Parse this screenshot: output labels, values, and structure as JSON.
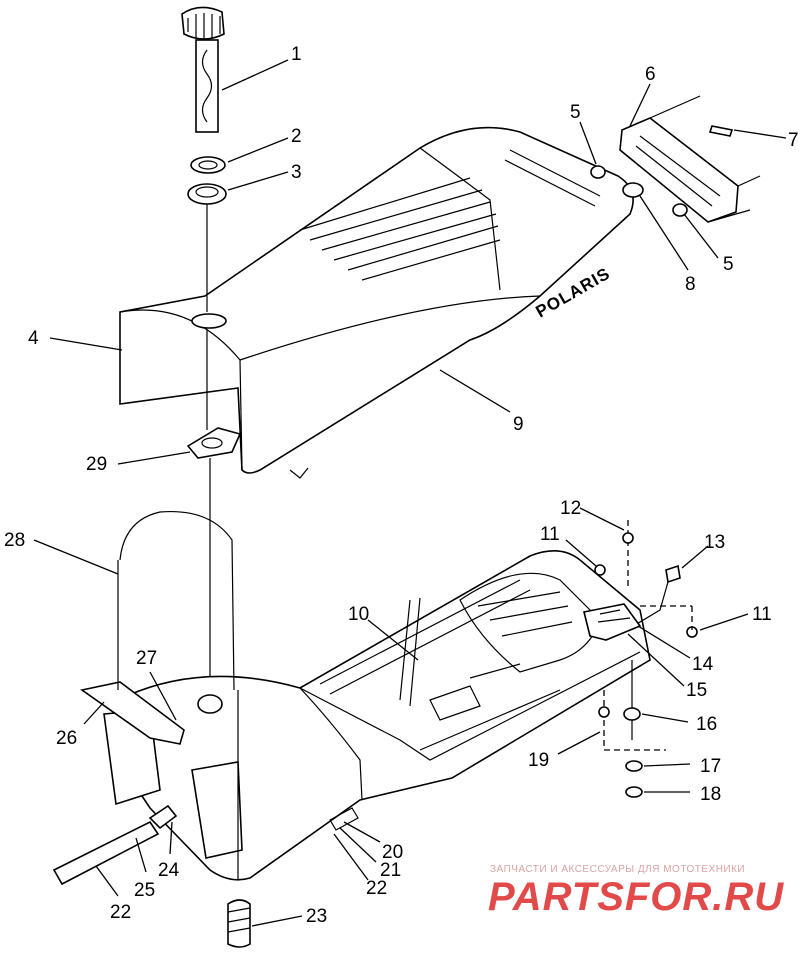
{
  "diagram": {
    "brand_logo": "POLARIS",
    "callouts": [
      {
        "label": "1"
      },
      {
        "label": "2"
      },
      {
        "label": "3"
      },
      {
        "label": "4"
      },
      {
        "label": "5"
      },
      {
        "label": "5"
      },
      {
        "label": "6"
      },
      {
        "label": "7"
      },
      {
        "label": "8"
      },
      {
        "label": "9"
      },
      {
        "label": "10"
      },
      {
        "label": "11"
      },
      {
        "label": "11"
      },
      {
        "label": "12"
      },
      {
        "label": "13"
      },
      {
        "label": "14"
      },
      {
        "label": "15"
      },
      {
        "label": "16"
      },
      {
        "label": "17"
      },
      {
        "label": "18"
      },
      {
        "label": "19"
      },
      {
        "label": "20"
      },
      {
        "label": "21"
      },
      {
        "label": "22"
      },
      {
        "label": "22"
      },
      {
        "label": "23"
      },
      {
        "label": "24"
      },
      {
        "label": "25"
      },
      {
        "label": "26"
      },
      {
        "label": "27"
      },
      {
        "label": "28"
      },
      {
        "label": "29"
      }
    ]
  },
  "watermark": {
    "caption": "ЗАПЧАСТИ И АКСЕССУАРЫ ДЛЯ МОТОТЕХНИКИ",
    "site": "PARTSFOR.RU",
    "color": "#e24a4a"
  }
}
